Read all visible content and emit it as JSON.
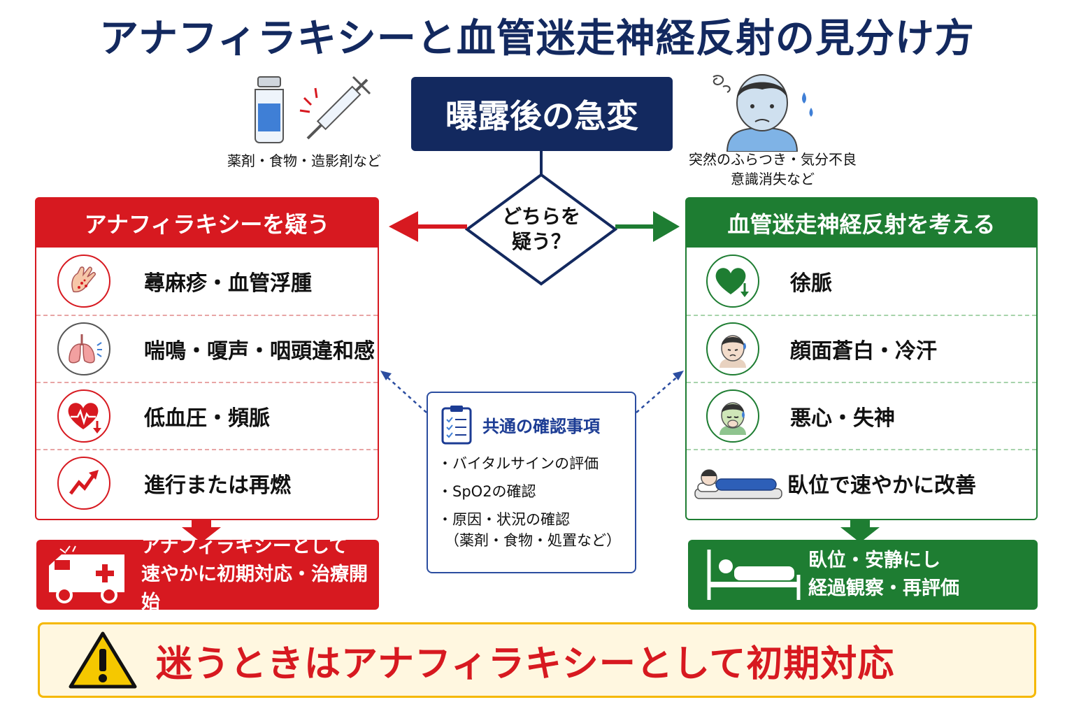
{
  "title": "アナフィラキシーと血管迷走神経反射の見分け方",
  "start": {
    "label": "曝露後の急変",
    "left_caption": "薬剤・食物・造影剤など",
    "right_caption_lines": [
      "突然のふらつき・気分不良",
      "意識消失など"
    ]
  },
  "decision": {
    "lines": [
      "どちらを",
      "疑う？"
    ]
  },
  "left_panel": {
    "header": "アナフィラキシーを疑う",
    "color": "#d71920",
    "items": [
      {
        "label": "蕁麻疹・血管浮腫",
        "icon": "rash-hand-icon"
      },
      {
        "label": "喘鳴・嗄声・咽頭違和感",
        "icon": "lungs-icon"
      },
      {
        "label": "低血圧・頻脈",
        "icon": "heart-pulse-icon"
      },
      {
        "label": "進行または再燃",
        "icon": "trend-up-icon"
      }
    ],
    "result_lines": [
      "アナフィラキシーとして",
      "速やかに初期対応・治療開始"
    ],
    "result_icon": "ambulance-icon"
  },
  "right_panel": {
    "header": "血管迷走神経反射を考える",
    "color": "#1e7d32",
    "items": [
      {
        "label": "徐脈",
        "icon": "heart-down-icon"
      },
      {
        "label": "顔面蒼白・冷汗",
        "icon": "pale-face-icon"
      },
      {
        "label": "悪心・失神",
        "icon": "nausea-face-icon"
      },
      {
        "label": "臥位で速やかに改善",
        "icon": "lying-person-icon"
      }
    ],
    "result_lines": [
      "臥位・安静にし",
      "経過観察・再評価"
    ],
    "result_icon": "bed-icon"
  },
  "common": {
    "title": "共通の確認事項",
    "items": [
      "・バイタルサインの評価",
      "・SpO2の確認",
      "・原因・状況の確認",
      "（薬剤・食物・処置など）"
    ]
  },
  "warning": {
    "text": "迷うときはアナフィラキシーとして初期対応",
    "icon": "warning-icon"
  },
  "colors": {
    "navy": "#13295f",
    "red": "#d71920",
    "green": "#1e7d32",
    "amber": "#f5b800"
  }
}
